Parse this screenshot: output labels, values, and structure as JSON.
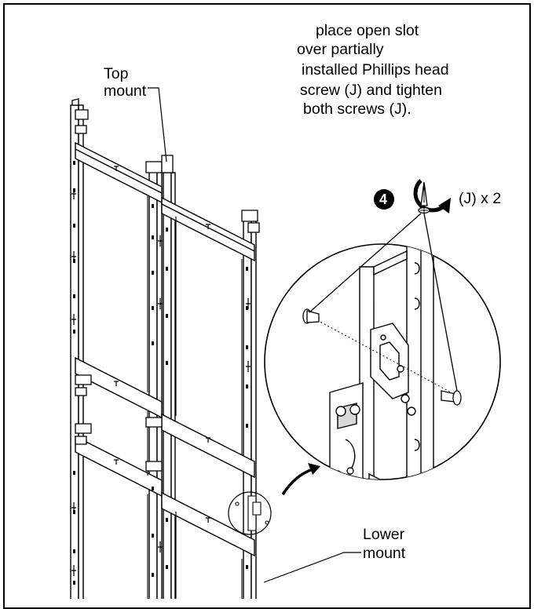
{
  "instruction": {
    "lines": [
      "place open slot",
      "over partially",
      "installed Phillips head",
      "screw (J) and tighten",
      "both screws (J)."
    ]
  },
  "labels": {
    "top_mount": [
      "Top",
      "mount"
    ],
    "lower_mount": [
      "Lower",
      "mount"
    ]
  },
  "step": {
    "number": "4",
    "quantity": "(J) x 2"
  },
  "icons": {
    "step_badge": "step-number-badge",
    "tighten": "screwdriver-rotate-icon",
    "screw": "phillips-screw"
  },
  "colors": {
    "line": "#000000",
    "background": "#ffffff",
    "detail_fill": "#d9d9d9"
  }
}
